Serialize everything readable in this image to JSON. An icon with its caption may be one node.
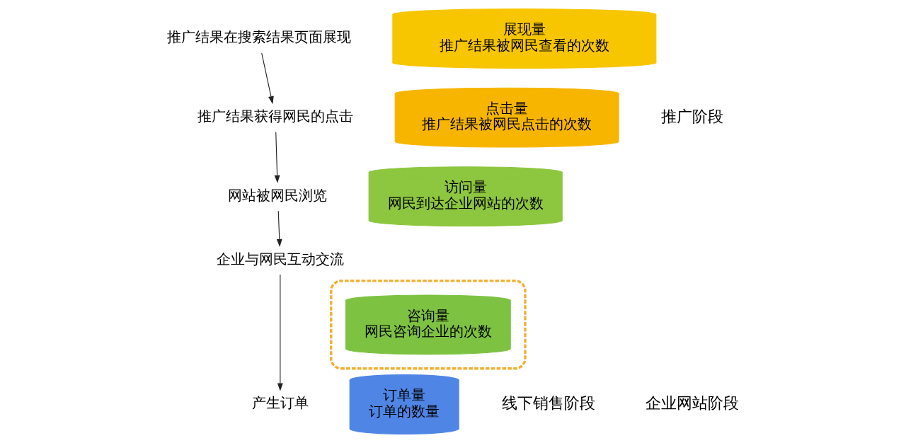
{
  "diagram": {
    "nodes": [
      {
        "text": [
          "推广结果在搜索结果页面展现"
        ]
      },
      {
        "text": [
          "推广结果获得网民的点击"
        ]
      },
      {
        "text": [
          "网站被网民浏览"
        ]
      },
      {
        "text": [
          "企业与网民互动交流"
        ]
      },
      {
        "text": [
          "产生订单"
        ]
      },
      {
        "text": [
          "展现量",
          "推广结果被网民查看的次数"
        ]
      },
      {
        "text": [
          "点击量",
          "推广结果被网民点击的次数"
        ]
      },
      {
        "text": [
          "访问量",
          "网民到达企业网站的次数"
        ]
      },
      {
        "text": [],
        "shape": "box"
      },
      {
        "text": [
          "咨询量",
          "网民咨询企业的次数"
        ],
        "in": 8
      },
      {
        "text": [
          "订单量",
          "订单的数量"
        ]
      }
    ],
    "edges": [
      {
        "from": 0,
        "to": 1,
        "arrow": "to"
      },
      {
        "from": 1,
        "to": 2,
        "arrow": "to"
      },
      {
        "from": 2,
        "to": 3,
        "arrow": "to"
      },
      {
        "from": 3,
        "to": 4,
        "arrow": "to"
      }
    ],
    "labels": [
      "推广阶段",
      "企业网站阶段",
      "线下销售阶段"
    ]
  }
}
